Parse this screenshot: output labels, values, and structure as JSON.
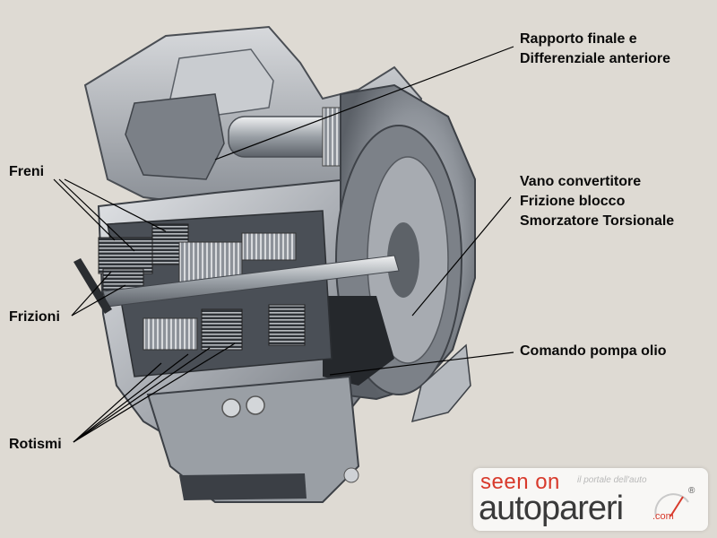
{
  "labels": {
    "freni": "Freni",
    "frizioni": "Frizioni",
    "rotismi": "Rotismi",
    "rapporto_finale": [
      "Rapporto finale e",
      "Differenziale anteriore"
    ],
    "vano_convertitore": [
      "Vano convertitore",
      "Frizione blocco",
      "Smorzatore Torsionale"
    ],
    "comando_pompa": "Comando pompa olio"
  },
  "watermark": {
    "seen_on": "seen on",
    "tagline": "il portale dell'auto",
    "brand_main": "autopareri",
    "brand_accent": "",
    "domain": ".com",
    "registered": "®"
  },
  "colors": {
    "background": "#dedad3",
    "casing_light": "#c4c7cc",
    "casing_dark": "#3c4046",
    "brand_red": "#d83a2c"
  }
}
